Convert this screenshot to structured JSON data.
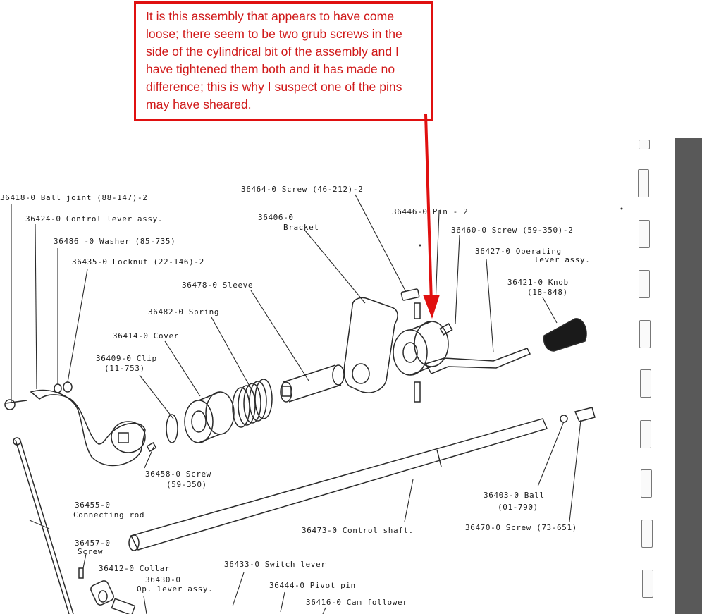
{
  "callout": {
    "text": "It is this assembly that appears to have come loose; there seem to be two grub screws in the side of the cylindrical bit of the assembly and I have tightened them both and it has made no difference; this is why I suspect one of the pins may have sheared."
  },
  "colors": {
    "callout": "#e01010",
    "line_art": "#2a2a2a",
    "sidebar": "#595959"
  },
  "labels": {
    "ball_joint": "36418-0  Ball joint  (88-147)-2",
    "control_lever_assy": "36424-0  Control lever assy.",
    "washer": "36486 -0  Washer (85-735)",
    "locknut": "36435-0  Locknut  (22-146)-2",
    "screw_46_212": "36464-0  Screw  (46-212)-2",
    "bracket_num": "36406-0",
    "bracket_name": "Bracket",
    "pin": "36446-0  Pin - 2",
    "screw_59_350_2": "36460-0  Screw  (59-350)-2",
    "operating_lever_1": "36427-0  Operating",
    "operating_lever_2": "lever assy.",
    "knob_1": "36421-0  Knob",
    "knob_2": "(18-848)",
    "sleeve": "36478-0  Sleeve",
    "spring": "36482-0  Spring",
    "cover": "36414-0  Cover",
    "clip_1": "36409-0  Clip",
    "clip_2": "(11-753)",
    "screw_lower_1": "36458-0  Screw",
    "screw_lower_2": "(59-350)",
    "connecting_rod_1": "36455-0",
    "connecting_rod_2": "Connecting  rod",
    "control_shaft": "36473-0  Control  shaft.",
    "ball_1": "36403-0  Ball",
    "ball_2": "(01-790)",
    "screw_73_651": "36470-0  Screw  (73-651)",
    "screw_36457_1": "36457-0",
    "screw_36457_2": "Screw",
    "collar": "36412-0  Collar",
    "op_lever_1": "36430-0",
    "op_lever_2": "Op. lever assy.",
    "switch_lever": "36433-0  Switch  lever",
    "pivot_pin": "36444-0  Pivot  pin",
    "cam_follower": "36416-0  Cam  follower"
  }
}
